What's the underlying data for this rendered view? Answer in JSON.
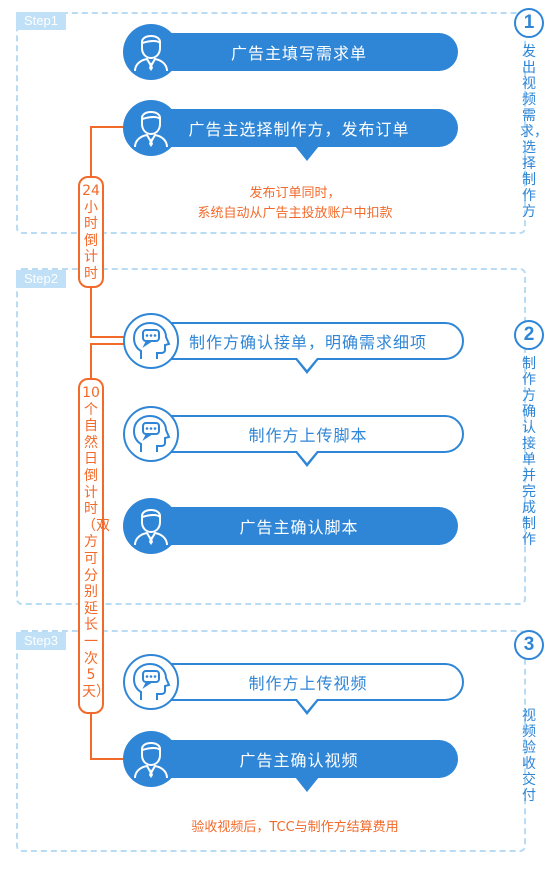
{
  "steps": [
    {
      "tag": "Step1",
      "number": "1",
      "side_text": "发出视频需求，选择制作方"
    },
    {
      "tag": "Step2",
      "number": "2",
      "side_text": "制作方确认接单并完成制作"
    },
    {
      "tag": "Step3",
      "number": "3",
      "side_text": "视频验收交付"
    }
  ],
  "timers": [
    {
      "text": "24小时倒计时"
    },
    {
      "text": "10个自然日倒计时（双方可分别延长一次5天）"
    }
  ],
  "nodes": [
    {
      "label": "广告主填写需求单",
      "actor": "advertiser",
      "style": "solid"
    },
    {
      "label": "广告主选择制作方，发布订单",
      "actor": "advertiser",
      "style": "solid"
    },
    {
      "label": "制作方确认接单，明确需求细项",
      "actor": "producer",
      "style": "outline"
    },
    {
      "label": "制作方上传脚本",
      "actor": "producer",
      "style": "outline"
    },
    {
      "label": "广告主确认脚本",
      "actor": "advertiser",
      "style": "solid"
    },
    {
      "label": "制作方上传视频",
      "actor": "producer",
      "style": "outline"
    },
    {
      "label": "广告主确认视频",
      "actor": "advertiser",
      "style": "solid"
    }
  ],
  "notes": [
    {
      "line1": "发布订单同时，",
      "line2": "系统自动从广告主投放账户中扣款"
    },
    {
      "line1": "验收视频后，TCC与制作方结算费用",
      "line2": ""
    }
  ],
  "colors": {
    "primary": "#2f86d6",
    "accent": "#f26a2a",
    "frame": "#b7dcf4",
    "tag_bg": "#bfe0f6"
  }
}
